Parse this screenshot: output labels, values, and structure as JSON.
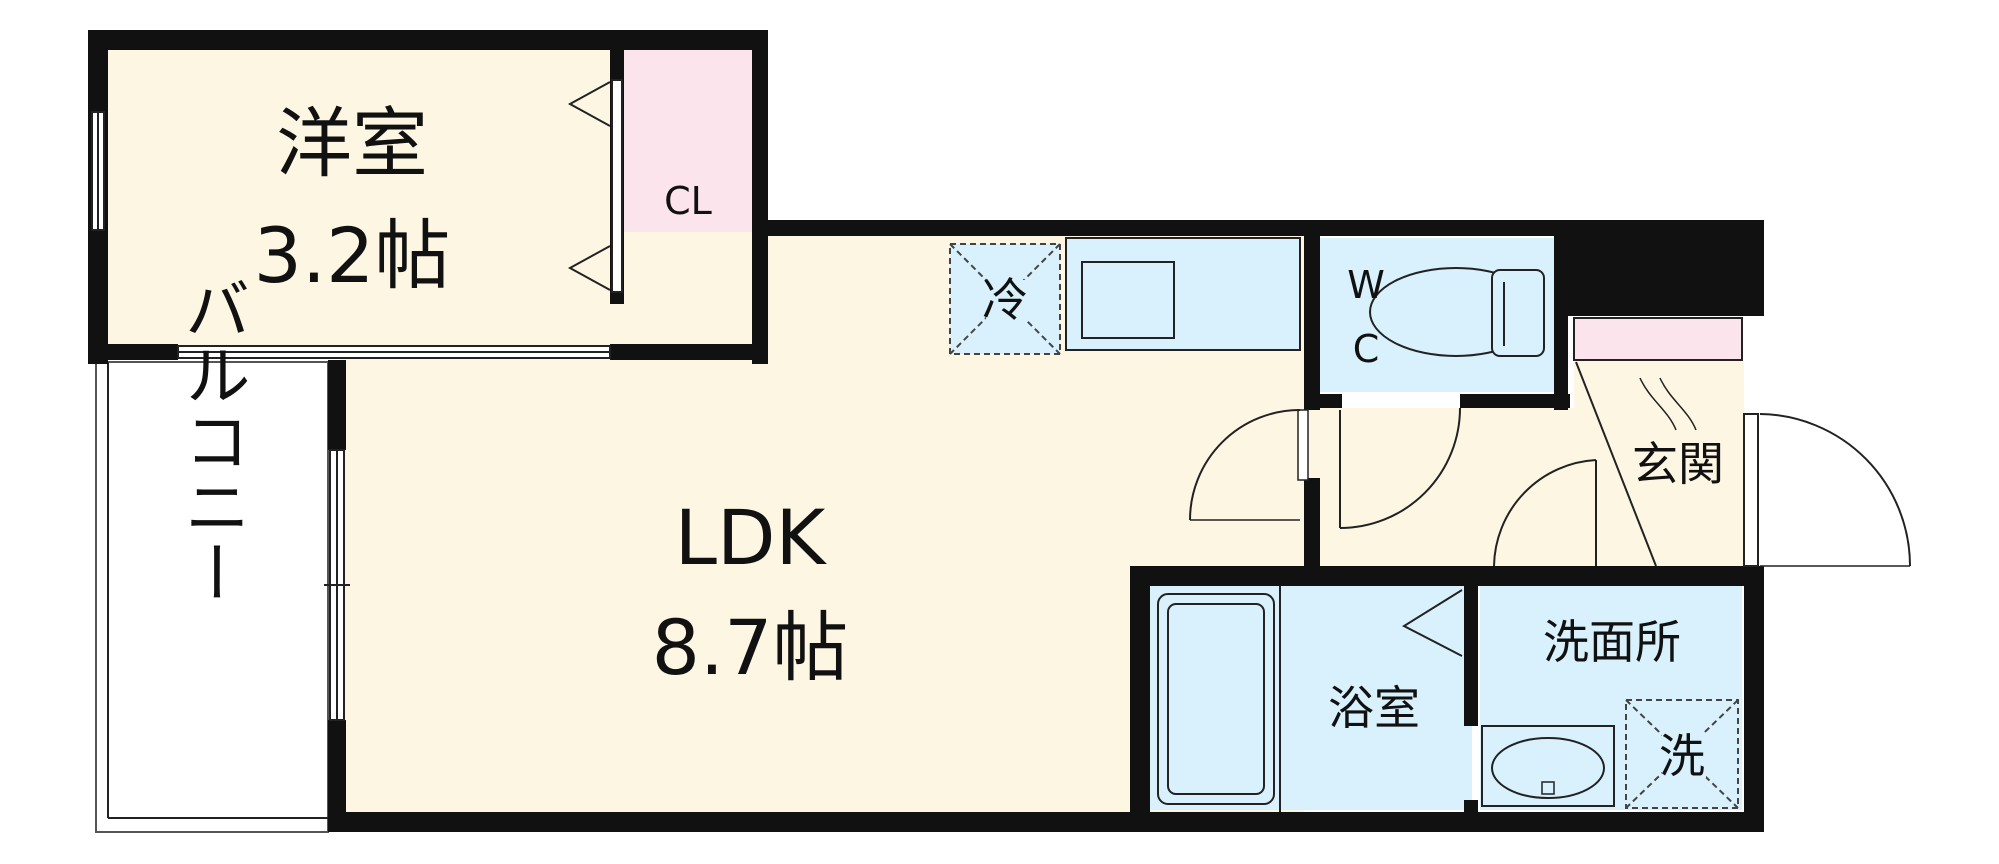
{
  "rooms": {
    "western_room": {
      "name": "洋室",
      "size": "3.2帖"
    },
    "closet": {
      "name": "CL"
    },
    "ldk": {
      "name": "LDK",
      "size": "8.7帖"
    },
    "balcony": {
      "name": "バルコニー"
    },
    "wc": {
      "line1": "W",
      "line2": "C"
    },
    "entrance": {
      "name": "玄関"
    },
    "bathroom": {
      "name": "浴室"
    },
    "washroom": {
      "name": "洗面所"
    }
  },
  "fixtures": {
    "fridge": {
      "label": "冷"
    },
    "washer": {
      "label": "洗"
    }
  },
  "colors": {
    "wall": "#111111",
    "western_floor": "#fdf6e3",
    "ldk_floor": "#fdf6e3",
    "closet_fill": "#fce4ec",
    "wet_area": "#d8f1fc",
    "shoe_box": "#fce4ec",
    "balcony": "#ffffff"
  }
}
